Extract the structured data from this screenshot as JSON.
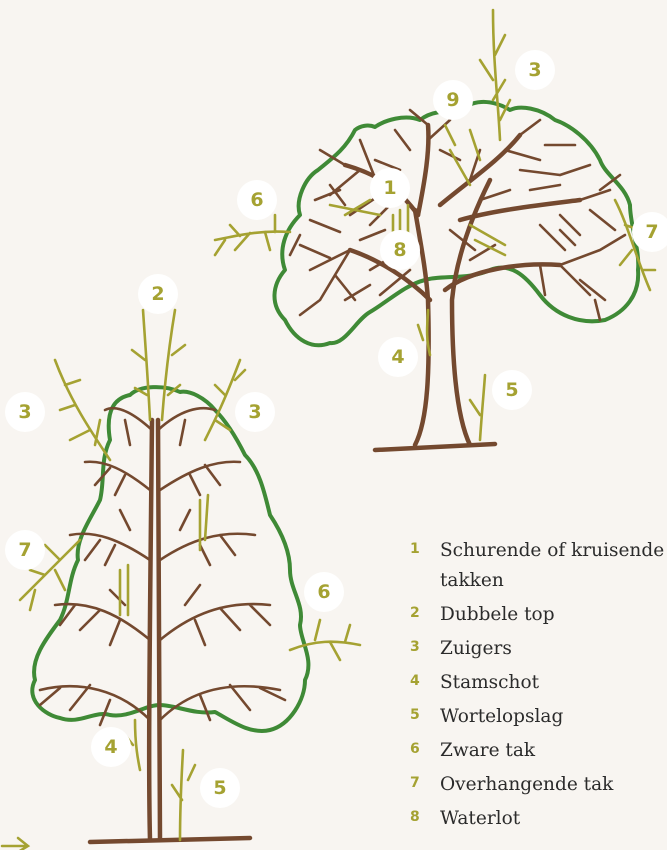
{
  "colors": {
    "background": "#f8f5f1",
    "trunk": "#74492f",
    "canopy_outline": "#3f8a36",
    "problem_branch": "#a5a232",
    "number": "#a5a232",
    "badge": "#ffffff"
  },
  "legend": [
    {
      "num": "1",
      "label": "Schurende of kruisende takken"
    },
    {
      "num": "2",
      "label": "Dubbele top"
    },
    {
      "num": "3",
      "label": "Zuigers"
    },
    {
      "num": "4",
      "label": "Stamschot"
    },
    {
      "num": "5",
      "label": "Wortelopslag"
    },
    {
      "num": "6",
      "label": "Zware tak"
    },
    {
      "num": "7",
      "label": "Overhangende tak"
    },
    {
      "num": "8",
      "label": "Waterlot"
    }
  ],
  "markers": {
    "round_tree": [
      "9",
      "3",
      "6",
      "1",
      "7",
      "8",
      "4",
      "5"
    ],
    "conical_tree": [
      "2",
      "3",
      "3",
      "7",
      "6",
      "4",
      "5"
    ]
  }
}
